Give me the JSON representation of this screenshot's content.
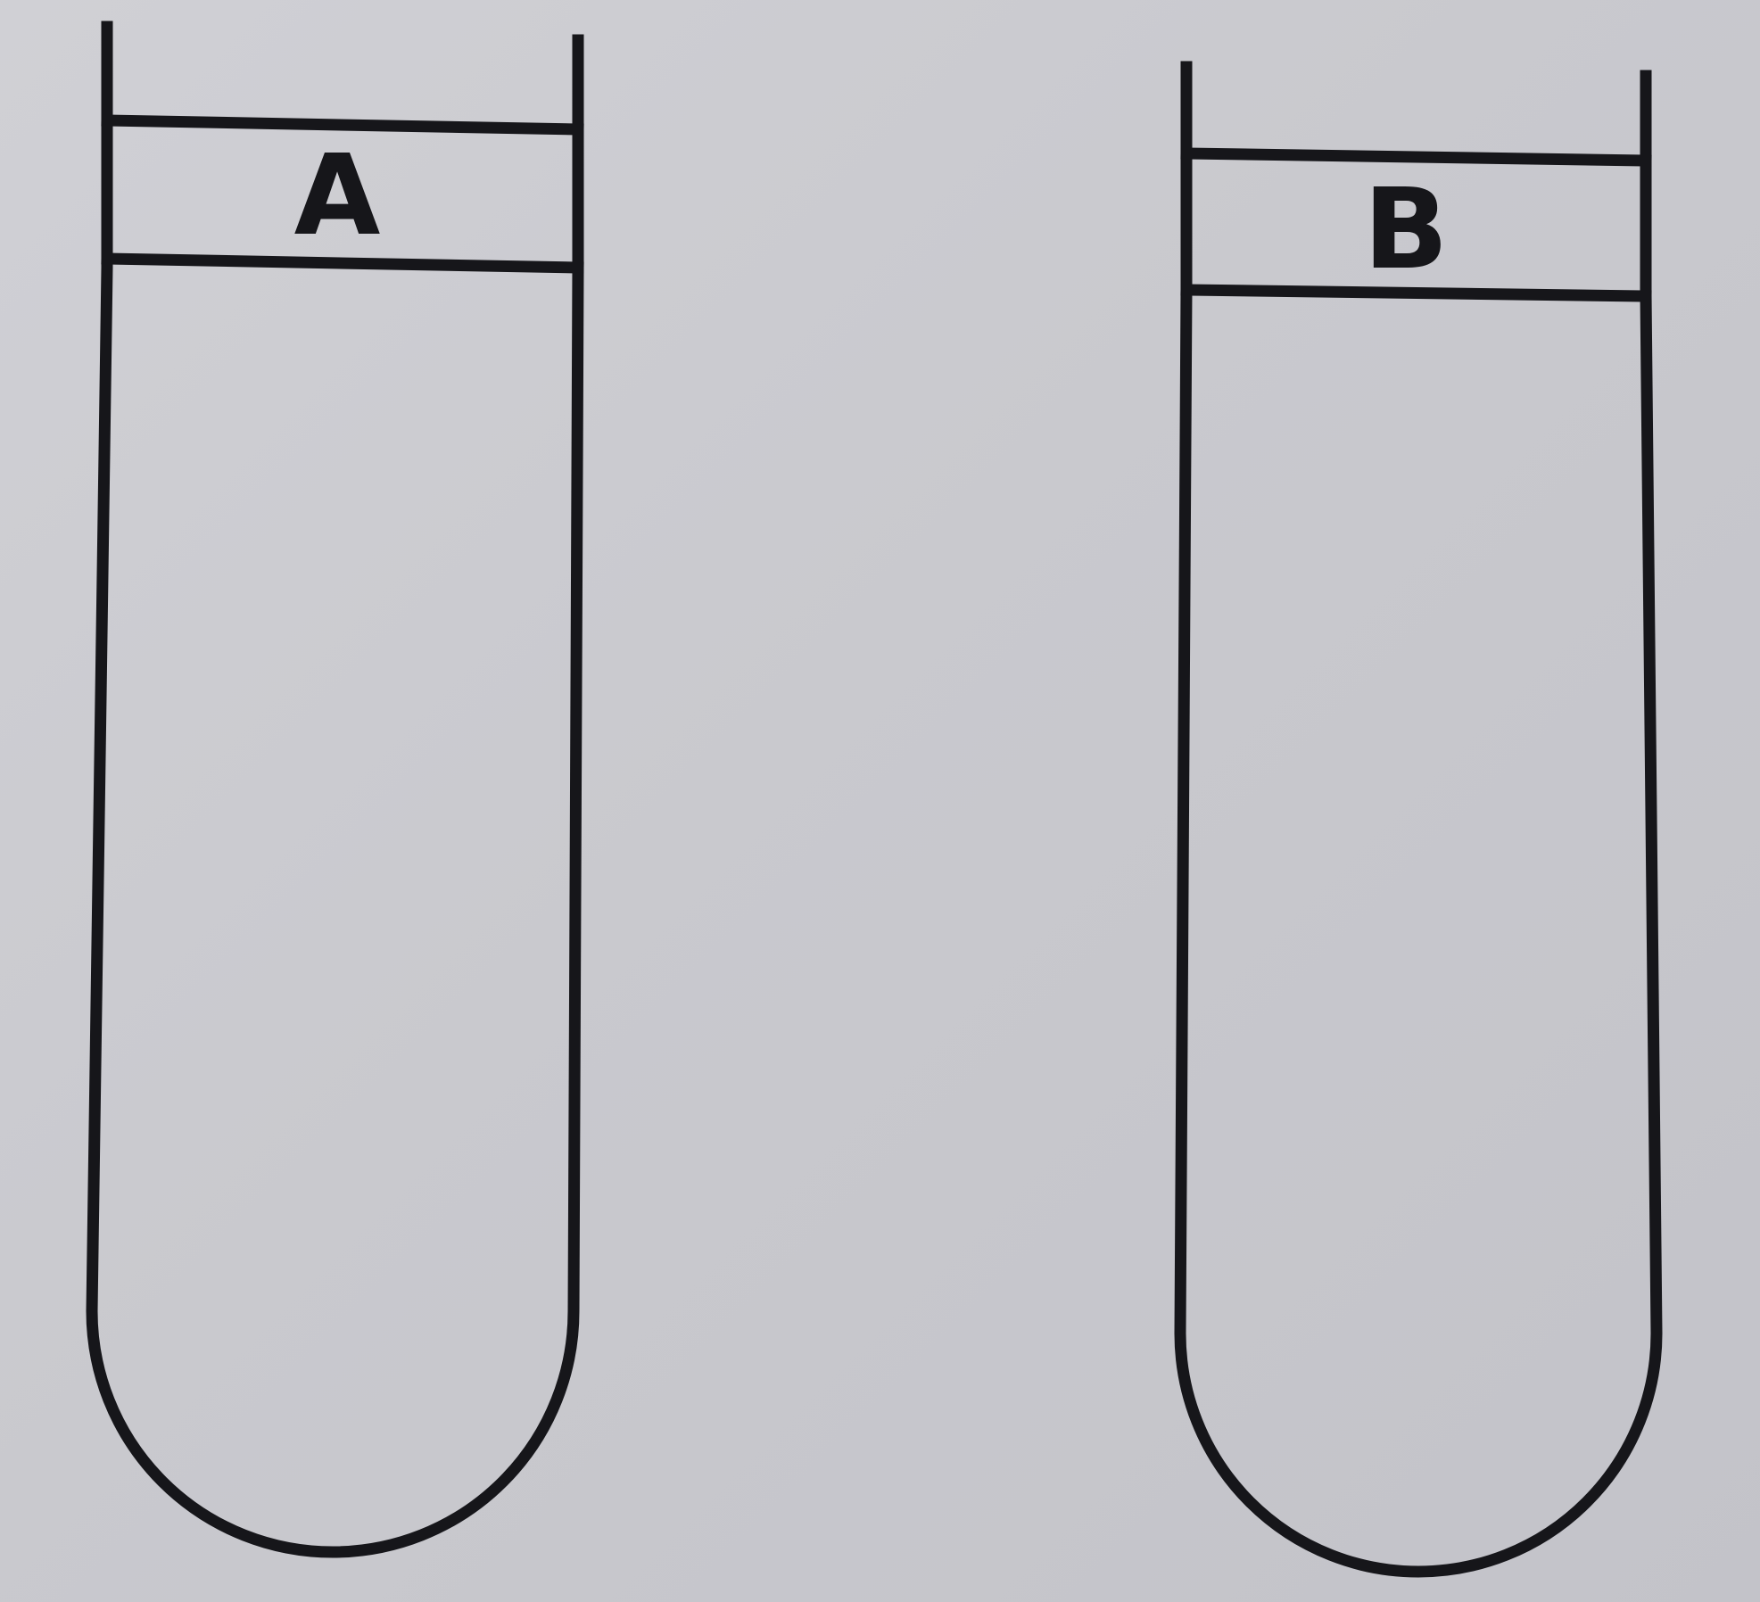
{
  "diagram": {
    "tubes": [
      {
        "id": "tube-a",
        "label": "A"
      },
      {
        "id": "tube-b",
        "label": "B"
      }
    ]
  },
  "colors": {
    "background": "#cacacf",
    "ink": "#16161a"
  }
}
